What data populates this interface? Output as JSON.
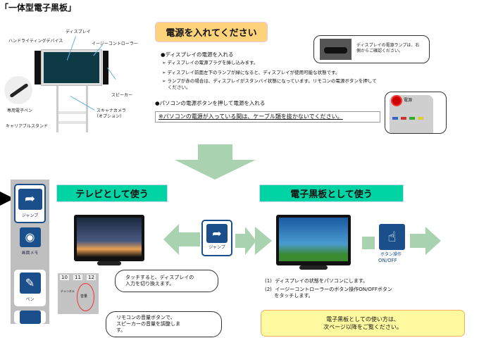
{
  "title": "「一体型電子黒板」",
  "product": {
    "display": "ディスプレイ",
    "handwriting": "ハンドライティングデバイス",
    "controller": "イージーコントローラー",
    "speaker": "スピーカー",
    "pen": "専用電子ペン",
    "scanner": "スキャナカメラ",
    "scanner_opt": "（オプション）",
    "stand": "キャリアブルスタンド"
  },
  "power": {
    "heading": "電源を入れてください",
    "display_bullet": "●ディスプレイの電源を入れる",
    "steps": [
      "➢ ディスプレイの電源プラグを挿し込みます。",
      "➢ ディスプレイ前面左下のランプが緑になると、ディスプレイが使用可能な状態です。",
      "➢ ランプが赤の場合は、ディスプレイがスタンバイ状態になっています。リモコンの電源ボタンを押して",
      "ください。"
    ],
    "pc_bullet": "●パソコンの電源ボタンを押して電源を入れる",
    "note": "※パソコンの電源が入っている間は、ケーブル類を抜かないでください。",
    "lamp_callout": [
      "ディスプレイの電源ランプは、右",
      "側からご確認ください。"
    ],
    "remote_label": "電源"
  },
  "sidebar": {
    "items": [
      "ジャンプ",
      "画面メモ",
      "ペン"
    ]
  },
  "tv": {
    "heading": "テレビとして使う",
    "jump_label": "ジャンプ",
    "touch_callout": [
      "タッチすると、ディスプレイの",
      "入力を切り換えます。"
    ],
    "remote_keys": [
      "10",
      "11",
      "12"
    ],
    "channel": "チャンネル",
    "volume": "音量",
    "volume_callout": [
      "リモコンの音量ボタンで、",
      "スピーカーの音量を調整しま",
      "す。"
    ]
  },
  "board": {
    "heading": "電子黒板として使う",
    "button_label": [
      "ボタン操作",
      "ON/OFF"
    ],
    "steps": [
      "(1)  ディスプレイの状態をパソコンにします。",
      "(2)  イージーコントローラーのボタン操作ON/OFFボタン",
      "      をタッチします。"
    ],
    "info": [
      "電子黒板としての使い方は、",
      "次ページ以降をご覧ください。"
    ]
  }
}
